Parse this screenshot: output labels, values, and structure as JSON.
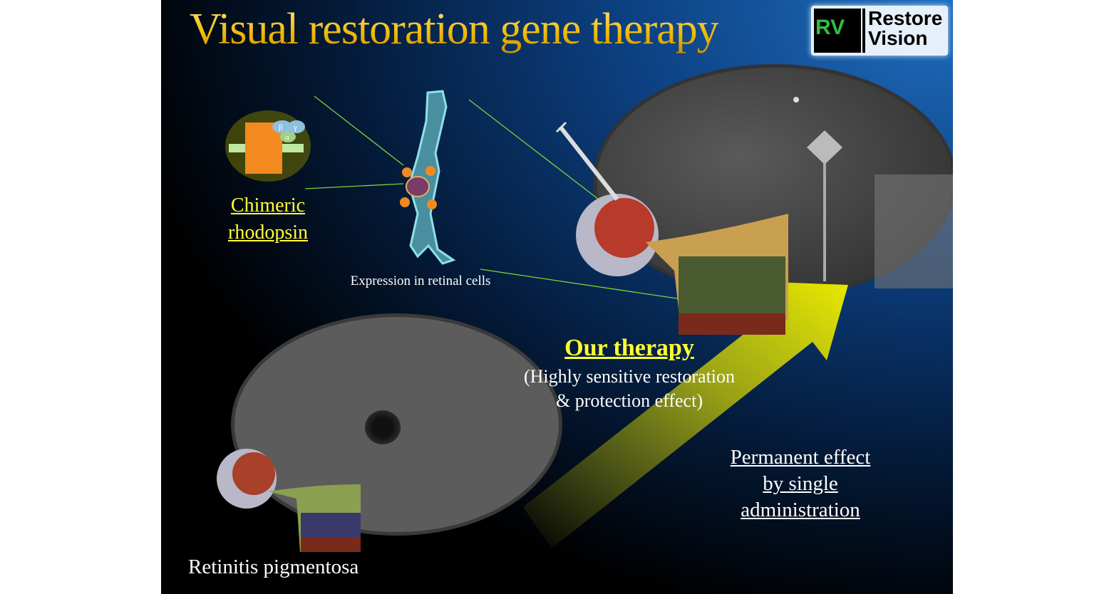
{
  "title": "Visual restoration gene therapy",
  "logo": {
    "mark": "RV",
    "name_line1": "Restore",
    "name_line2": "Vision"
  },
  "protein_labels": {
    "beta": "β",
    "gamma": "γ",
    "alpha": "α"
  },
  "labels": {
    "chimeric_line1": "Chimeric",
    "chimeric_line2": "rhodopsin",
    "expression": "Expression in retinal cells",
    "our_therapy": "Our therapy",
    "our_therapy_sub1": "(Highly sensitive restoration",
    "our_therapy_sub2": "& protection effect)",
    "permanent_line1": "Permanent effect",
    "permanent_line2": "by single",
    "permanent_line3": "administration",
    "retinitis": "Retinitis pigmentosa"
  },
  "colors": {
    "title": "#f2c200",
    "highlight": "#ffff33",
    "arrow": "#d8d800"
  }
}
